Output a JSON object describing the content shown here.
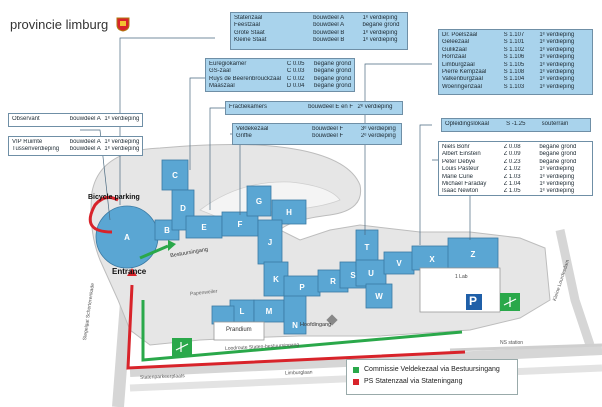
{
  "header": {
    "title": "provincie limburg"
  },
  "rooms_top": [
    {
      "name": "Statenzaal",
      "building": "bouwdeel A",
      "floor": "1ᵉ verdieping"
    },
    {
      "name": "Feestzaal",
      "building": "bouwdeel A",
      "floor": "begane grond"
    },
    {
      "name": "Grote Staat",
      "building": "bouwdeel B",
      "floor": "1ᵉ verdieping"
    },
    {
      "name": "Kleine Staat",
      "building": "bouwdeel B",
      "floor": "1ᵉ verdieping"
    }
  ],
  "rooms_c": [
    {
      "name": "Euregiokamer",
      "code": "C 0.05",
      "floor": "begane grond"
    },
    {
      "name": "GS-zaal",
      "code": "C 0.03",
      "floor": "begane grond"
    },
    {
      "name": "Ruys de Beerenbrouckzaal",
      "code": "C 0.02",
      "floor": "begane grond"
    },
    {
      "name": "Maaszaal",
      "code": "D 0.04",
      "floor": "begane grond"
    }
  ],
  "rooms_fractie": [
    {
      "name": "Fractiekamers",
      "building": "bouwdeel E en F",
      "floor": "2ᵉ verdieping"
    }
  ],
  "rooms_f": [
    {
      "name": "Veldekezaal",
      "building": "bouwdeel F",
      "floor": "3ᵉ verdieping"
    },
    {
      "name": "Griffie",
      "building": "bouwdeel F",
      "floor": "2ᵉ verdieping"
    }
  ],
  "rooms_s": [
    {
      "name": "Dr. Poelszaal",
      "code": "S 1.107",
      "floor": "1ᵉ verdieping"
    },
    {
      "name": "Geleezaal",
      "code": "S 1.101",
      "floor": "1ᵉ verdieping"
    },
    {
      "name": "Gulikzaal",
      "code": "S 1.102",
      "floor": "1ᵉ verdieping"
    },
    {
      "name": "Hornzaal",
      "code": "S 1.106",
      "floor": "1ᵉ verdieping"
    },
    {
      "name": "Limburgzaal",
      "code": "S 1.105",
      "floor": "1ᵉ verdieping"
    },
    {
      "name": "Pierre Kempzaal",
      "code": "S 1.108",
      "floor": "1ᵉ verdieping"
    },
    {
      "name": "Valkenburgzaal",
      "code": "S 1.104",
      "floor": "1ᵉ verdieping"
    },
    {
      "name": "Woeringenzaal",
      "code": "S 1.103",
      "floor": "1ᵉ verdieping"
    }
  ],
  "rooms_opleiding": [
    {
      "name": "Opleidingslokaal",
      "code": "S -1.25",
      "floor": "souterrain"
    }
  ],
  "rooms_z": [
    {
      "name": "Niels Bohr",
      "code": "Z 0.08",
      "floor": "begane grond"
    },
    {
      "name": "Albert Einstein",
      "code": "Z 0.09",
      "floor": "begane grond"
    },
    {
      "name": "Peter Debye",
      "code": "Z 0.23",
      "floor": "begane grond"
    },
    {
      "name": "Louis Pasteur",
      "code": "Z 1.02",
      "floor": "1ᵉ verdieping"
    },
    {
      "name": "Marie Curie",
      "code": "Z 1.03",
      "floor": "1ᵉ verdieping"
    },
    {
      "name": "Michael Faraday",
      "code": "Z 1.04",
      "floor": "1ᵉ verdieping"
    },
    {
      "name": "Isaac Newton",
      "code": "Z 1.05",
      "floor": "1ᵉ verdieping"
    }
  ],
  "rooms_left": [
    {
      "name": "Observant",
      "building": "bouwdeel A",
      "floor": "1ᵉ verdieping"
    }
  ],
  "rooms_left2": [
    {
      "name": "VIP Ruimte",
      "building": "bouwdeel A",
      "floor": "1ᵉ verdieping"
    },
    {
      "name": "Tussenverdieping",
      "building": "bouwdeel A",
      "floor": "1ᵉ verdieping"
    }
  ],
  "map": {
    "bicycle_parking": "Bicycle parking",
    "entrance": "Entrance",
    "bestuursingang": "Bestuursingang",
    "hoofdingang": "Hoofdingang",
    "prandium": "Prandium",
    "papenweiler": "Papenweiler",
    "lab": "1 Lab",
    "lift": "Lift",
    "parking_sign": "P",
    "roads": {
      "left": "Stegelgat Scherterenkade",
      "right": "Kleine Lourdesdam",
      "bottom": "Limburglaan",
      "bottom2": "Statenparkeerplaats",
      "lus": "Loodroute Staten-bestuursingang",
      "ns": "NS station"
    },
    "buildings": [
      "A",
      "B",
      "C",
      "D",
      "E",
      "F",
      "G",
      "H",
      "J",
      "K",
      "L",
      "M",
      "N",
      "P",
      "R",
      "S",
      "T",
      "U",
      "V",
      "W",
      "X",
      "Z"
    ]
  },
  "legend": {
    "items": [
      {
        "label": "Commissie Veldekezaal via Bestuursingang",
        "color": "#2aa84a"
      },
      {
        "label": "PS Statenzaal via Stateningang",
        "color": "#d8232a"
      }
    ]
  },
  "colors": {
    "building": "#5aa6d3",
    "box": "#a9d3ec",
    "route_green": "#2aa84a",
    "route_red": "#d8232a",
    "parking": "#1f5fa8"
  }
}
